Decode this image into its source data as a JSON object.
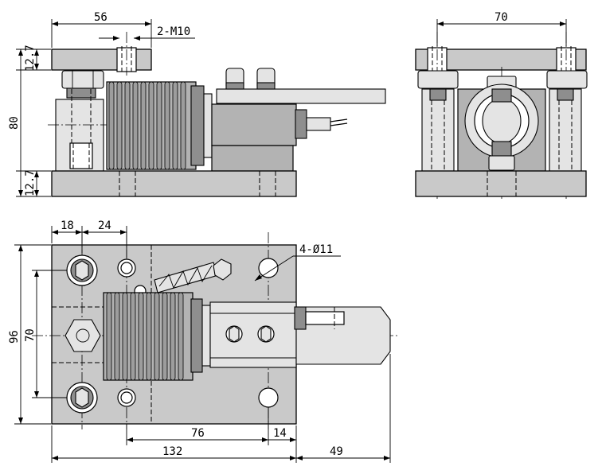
{
  "dimensions": {
    "front_width": "56",
    "thread_callout": "2-M10",
    "top_plate_thickness": "12.7",
    "overall_height": "80",
    "bottom_plate_thickness": "12.7",
    "side_width": "70",
    "edge_offset": "18",
    "hole_spacing_short": "24",
    "hole_callout": "4-Ø11",
    "plate_depth": "96",
    "hole_spacing_depth": "70",
    "hole_spacing_long": "76",
    "hole_edge_offset": "14",
    "plate_length": "132",
    "overhang": "49"
  }
}
